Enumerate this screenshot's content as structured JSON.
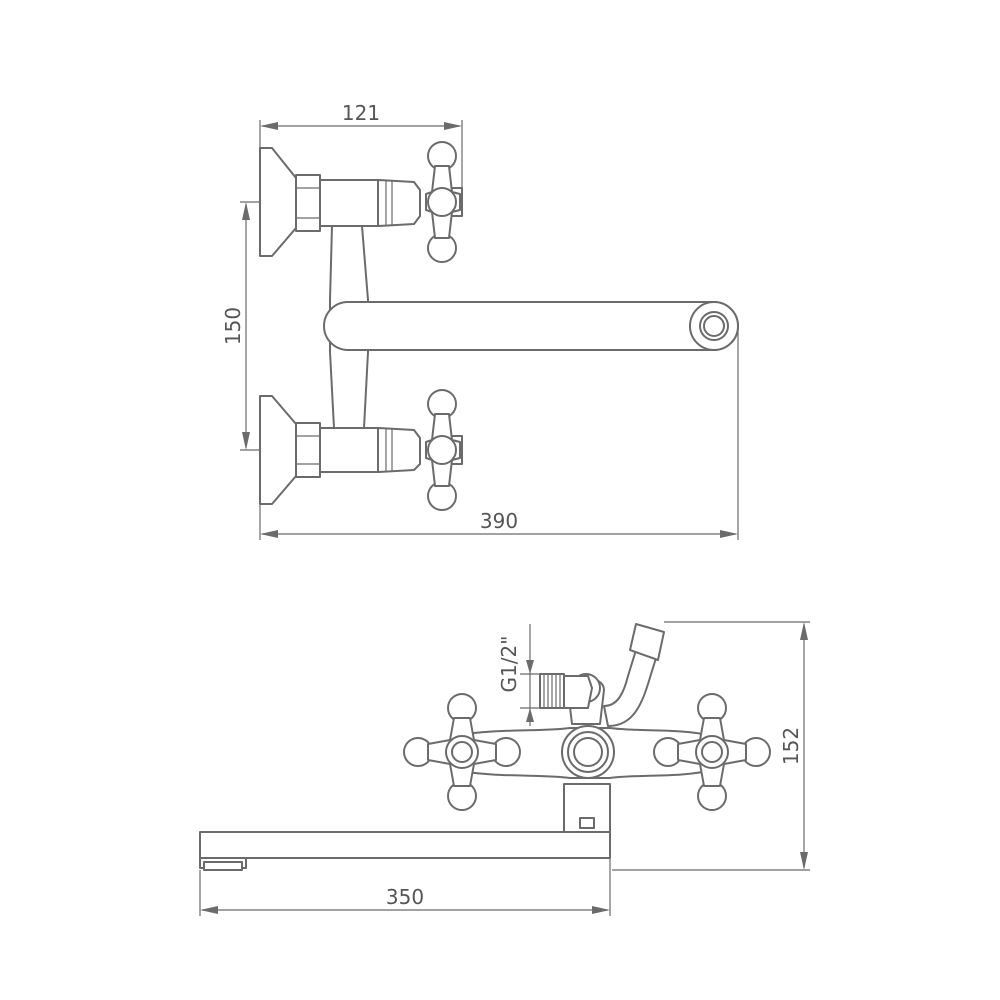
{
  "top_view": {
    "dim_handle_depth": "121",
    "dim_inlet_spacing": "150",
    "dim_spout_reach": "390"
  },
  "front_view": {
    "dim_thread": "G1/2\"",
    "dim_height": "152",
    "dim_spout_length": "350"
  },
  "colors": {
    "line": "#6b6b6b",
    "text": "#555555",
    "background": "#ffffff"
  }
}
